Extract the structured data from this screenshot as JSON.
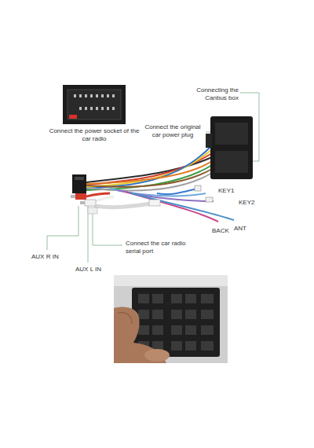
{
  "diagram": {
    "labels": [
      "Connecting the Canbus box",
      "Connect the original car power plug",
      "Connect the power socket of the car radio",
      "KEY1",
      "KEY2",
      "BACK",
      "ANT",
      "Connect the car radio serial port",
      "AUX R IN",
      "AUX L IN"
    ]
  }
}
